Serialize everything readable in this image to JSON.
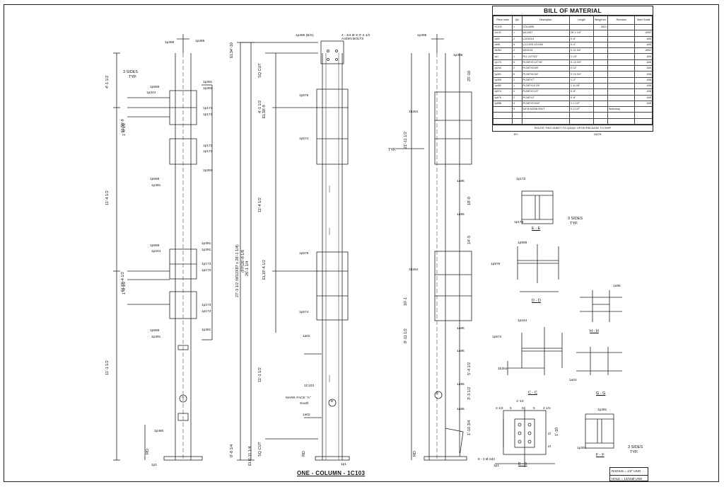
{
  "drawing_title": "ONE - COLUMN - 1C103",
  "bom": {
    "title": "BILL OF MATERIAL",
    "headers": [
      "Piece mark",
      "Qty",
      "Description",
      "Length",
      "Weight ea.",
      "Remarks",
      "Steel Grade"
    ],
    "rows": [
      [
        "1C103",
        "1",
        "COLUMN",
        "",
        "2811",
        "",
        ""
      ],
      [
        "1c102",
        "1",
        "W12X87",
        "26'-1 1/4\"",
        "",
        "",
        "A992"
      ],
      [
        "1a02",
        "2",
        "L3X3X1/4",
        "0'-6\"",
        "",
        "",
        "A36"
      ],
      [
        "1a96",
        "6",
        "L3-1/2X3-1/2X3/8",
        "0'-4\"",
        "",
        "",
        "A36"
      ],
      [
        "1b264",
        "2",
        "W10X15",
        "0'-11 3/4\"",
        "",
        "",
        "A992"
      ],
      [
        "1p1",
        "1",
        "PL1 1/2\"X22\"",
        "1'-10\"",
        "",
        "",
        "A36"
      ],
      [
        "1p173",
        "6",
        "PL3/8\"X5 1/2\"X6\"",
        "0'-10 3/4\"",
        "",
        "",
        "A36"
      ],
      [
        "1p244",
        "2",
        "PL3/8\"X6 5/8\"",
        "0'-11\"",
        "",
        "",
        "A36"
      ],
      [
        "1p391",
        "6",
        "PL3/8\"X6 3/4\"",
        "0'-10 3/4\"",
        "",
        "",
        "A36"
      ],
      [
        "1p395",
        "1",
        "PL3/8\"X7\"",
        "1'-2\"",
        "",
        "",
        "A36"
      ],
      [
        "1p480",
        "1",
        "PL3/8\"X18 7/8\"",
        "1'-6 1/8\"",
        "",
        "",
        "A36"
      ],
      [
        "1p574",
        "2",
        "PL3/8\"X3 1/2\"",
        "0'-8\"",
        "",
        "",
        "A36"
      ],
      [
        "1p576",
        "2",
        "PL3/8\"X4\"",
        "0'-8\"",
        "",
        "",
        "A36"
      ],
      [
        "1p658",
        "4",
        "PL3/8\"X5 5/16\"",
        "1'-1 1/2\"",
        "",
        "",
        "A36"
      ],
      [
        "",
        "4",
        "3/4\"Ø A325N BOLT",
        "0'-2 1/2\"",
        "",
        "Workshop",
        ""
      ],
      [
        "",
        "",
        "",
        "",
        "",
        "",
        ""
      ],
      [
        "",
        "",
        "",
        "",
        "",
        "",
        ""
      ]
    ],
    "footer_note": "ROUTE THIS SHEET TO QA/QC UPON RELEASE TO SHIP",
    "by_label": "BY:",
    "date_label": "DATE:"
  },
  "title_block": {
    "line1": "RADIUS = 1/2\" UNO",
    "line2": "HOLE = 13/16Ø UNO"
  },
  "view1": {
    "welds": [
      "3 SIDES",
      "TYP."
    ],
    "marks": [
      "1p395",
      "1p395",
      "1p658",
      "1p244",
      "1p391",
      "1p391",
      "1p173",
      "1p173",
      "1p173",
      "1p173",
      "1p391",
      "1p658",
      "1p391",
      "1p658",
      "1p244",
      "1p391",
      "1p391",
      "1p173",
      "1p173",
      "1p173",
      "1p173",
      "1p391",
      "1p658",
      "1p391",
      "1p480",
      "1p1"
    ],
    "elevations": [
      "EL30'-9",
      "EL19'-4 1/2"
    ],
    "dims": [
      "4'-1 1/2",
      "11'-4 1/2",
      "11'-1 1/2",
      "1'-0 1/2",
      "1'-0 1/2",
      "0'-8 1/4",
      "RD"
    ],
    "circle": "A"
  },
  "view2": {
    "bolt_note": "4 - 3/4 Ø X 0'-2 1/2 A325N BOLTS",
    "marks": [
      "1p395 (B/S)",
      "1p576",
      "1p574",
      "1p576",
      "1p574",
      "1a02",
      "1a02",
      "1p1",
      "1C103"
    ],
    "mark_face": "MARK FACE \"A\"",
    "south": "South",
    "sq_cut": "SQ CUT",
    "elevations": [
      "EL34'-10",
      "EL30'-9",
      "EL19'-4 1/2"
    ],
    "dims": [
      "4'-1 1/2",
      "11'-4 1/2",
      "11'-1 1/2",
      "26'-1 1/4",
      "27'-3 1/2 (W12X87 x 26'-1 1/4)",
      "(FP)26'-8 1/8",
      "EL0'-11 1/4",
      "RD"
    ],
    "circle": "B"
  },
  "view3": {
    "marks": [
      "1p395",
      "1p395",
      "1b264",
      "1b264",
      "1a95",
      "1a95",
      "1a95",
      "1a95",
      "1a95",
      "1a95"
    ],
    "typ": "TYP.",
    "dims": [
      "25'-10",
      "21'-11 1/2",
      "18'-0",
      "14'-5",
      "10'-1",
      "8'-11 1/2",
      "5'-4 1/2",
      "3'-3 1/2",
      "1'-10 3/4",
      "RD"
    ],
    "circle": "C"
  },
  "sections": {
    "ee": "E - E",
    "dd": "D - D",
    "cc": "C - C",
    "bb": "B - B",
    "ff": "F - F",
    "gg": "G - G",
    "hh": "H - H",
    "ee_marks": [
      "1p173",
      "1p173"
    ],
    "ee_weld": [
      "3 SIDES",
      "TYP."
    ],
    "dd_marks": [
      "1p658",
      "1p576"
    ],
    "cc_marks": [
      "1p244",
      "1p574",
      "1b264"
    ],
    "hh_marks": [
      "1a95"
    ],
    "gg_marks": [
      "1a02"
    ],
    "ff_marks": [
      "1p391",
      "1p391"
    ],
    "ff_weld": [
      "3 SIDES",
      "TYP."
    ],
    "bb_marks": [
      "1p1"
    ],
    "bb_note": "6 - 2 Ø 2d2",
    "bb_dims": [
      "1'-10",
      "1'-10",
      "2 1/2",
      "5",
      "5",
      "5",
      "2 1/2",
      "5",
      "5"
    ]
  }
}
